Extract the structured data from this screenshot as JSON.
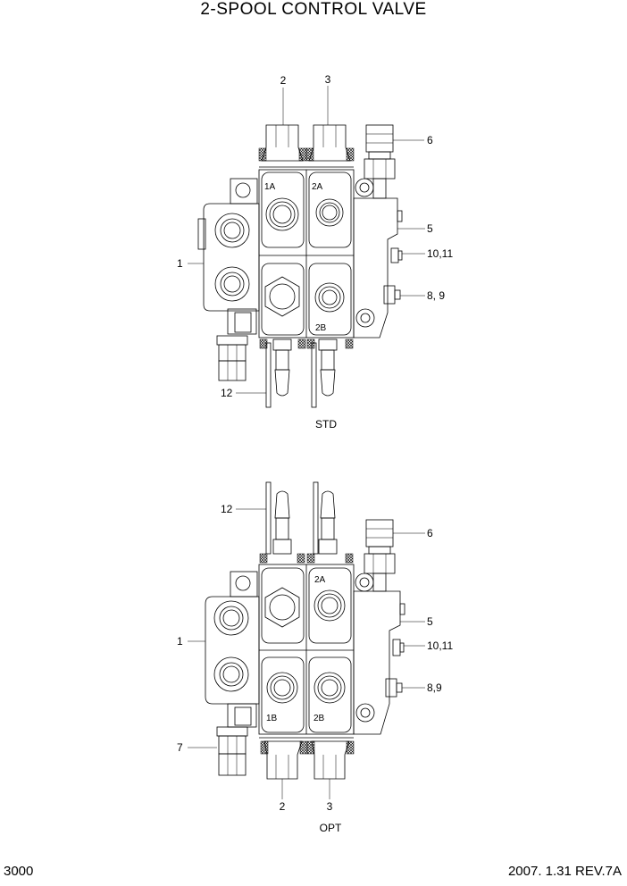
{
  "title": "2-SPOOL CONTROL VALVE",
  "std": {
    "caption": "STD",
    "callouts": {
      "c1": "1",
      "c2": "2",
      "c3": "3",
      "c5": "5",
      "c6": "6",
      "c8": "8, 9",
      "c10": "10,11",
      "c12": "12"
    },
    "ports": {
      "p1a": "1A",
      "p2a": "2A",
      "p2b": "2B"
    }
  },
  "opt": {
    "caption": "OPT",
    "callouts": {
      "c1": "1",
      "c2": "2",
      "c3": "3",
      "c5": "5",
      "c6": "6",
      "c7": "7",
      "c8": "8,9",
      "c10": "10,11",
      "c12": "12"
    },
    "ports": {
      "p2a": "2A",
      "p1b": "1B",
      "p2b": "2B"
    }
  },
  "footer": {
    "page": "3000",
    "revision": "2007. 1.31 REV.7A"
  }
}
